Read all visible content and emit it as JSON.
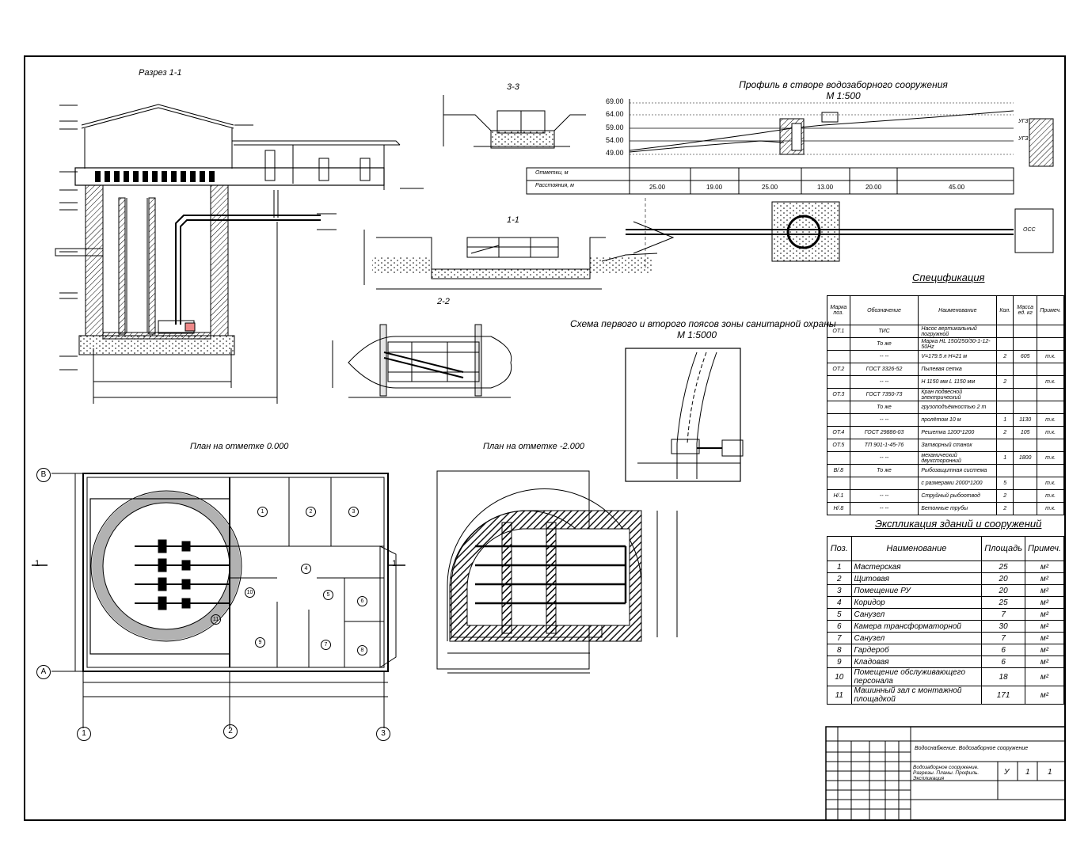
{
  "titles": {
    "section_1_1": "Разрез 1-1",
    "section_3_3": "3-3",
    "section_1_1b": "1-1",
    "section_2_2": "2-2",
    "profile": "Профиль в створе водозаборного сооружения",
    "profile_scale": "М 1:500",
    "sanitary": "Схема первого и второго поясов зоны санитарной охраны",
    "sanitary_scale": "М 1:5000",
    "plan_0": "План на отметке 0.000",
    "plan_2": "План на отметке -2.000",
    "spec": "Спецификация",
    "expl": "Экспликация зданий и сооружений"
  },
  "profile": {
    "y_labels": [
      "69.00",
      "64.00",
      "59.00",
      "54.00",
      "49.00"
    ],
    "row1_label": "Отметки, м",
    "row2_label": "Расстояния, м",
    "distances": [
      "25.00",
      "19.00",
      "25.00",
      "13.00",
      "20.00",
      "45.00"
    ],
    "level_marks": [
      "УГЗ",
      "УГЗ"
    ],
    "oss_label": "ОСС"
  },
  "plan0": {
    "axes_letters": [
      "В",
      "А"
    ],
    "axes_numbers": [
      "1",
      "2",
      "3"
    ],
    "section_marks": [
      "1",
      "1"
    ],
    "room_numbers": [
      "1",
      "2",
      "3",
      "4",
      "5",
      "6",
      "7",
      "8",
      "9",
      "10",
      "11"
    ]
  },
  "specification": {
    "headers": [
      "Марка поз.",
      "Обозначение",
      "Наименование",
      "Кол.",
      "Масса ед. кг",
      "Примеч."
    ],
    "rows": [
      [
        "ОТ.1",
        "ТИС",
        "Насос вертикальный погружной",
        "",
        "",
        ""
      ],
      [
        "",
        "То же",
        "Марка HL 150/250/30-1-12-50Hz",
        "",
        "",
        ""
      ],
      [
        "",
        "-- --",
        "V=179.5 л Н=21 м",
        "2",
        "605",
        "т.к."
      ],
      [
        "ОТ.2",
        "ГОСТ 3326-52",
        "Пылевая сетка",
        "",
        "",
        ""
      ],
      [
        "",
        "-- --",
        "Н 1150 мм L 1150 мм",
        "2",
        "",
        "т.к."
      ],
      [
        "ОТ.3",
        "ГОСТ 7350-73",
        "Кран подвесной электрический",
        "",
        "",
        ""
      ],
      [
        "",
        "То же",
        "грузоподъёмностью 2 т",
        "",
        "",
        ""
      ],
      [
        "",
        "-- --",
        "пролётом 10 м",
        "1",
        "1130",
        "т.к."
      ],
      [
        "ОТ.4",
        "ГОСТ 29886-03",
        "Решетка 1200*1200",
        "2",
        "105",
        "т.к."
      ],
      [
        "ОТ.5",
        "ТП 901-1-45-76",
        "Затворный станок",
        "",
        "",
        ""
      ],
      [
        "",
        "-- --",
        "механический двухсторонний",
        "1",
        "1800",
        "т.к."
      ],
      [
        "В/.8",
        "То же",
        "Рыбозащитная система",
        "",
        "",
        ""
      ],
      [
        "",
        "",
        "с размерами 2000*1200",
        "5",
        "",
        "т.к."
      ],
      [
        "Н/.1",
        "-- --",
        "Струйный рыбоотвод",
        "2",
        "",
        "т.к."
      ],
      [
        "Н/.8",
        "-- --",
        "Бетонные трубы",
        "2",
        "",
        "т.к."
      ]
    ]
  },
  "explication": {
    "headers": [
      "Поз.",
      "Наименование",
      "Площадь",
      "Примеч."
    ],
    "rows": [
      [
        "1",
        "Мастерская",
        "25",
        "м²"
      ],
      [
        "2",
        "Щитовая",
        "20",
        "м²"
      ],
      [
        "3",
        "Помещение РУ",
        "20",
        "м²"
      ],
      [
        "4",
        "Коридор",
        "25",
        "м²"
      ],
      [
        "5",
        "Санузел",
        "7",
        "м²"
      ],
      [
        "6",
        "Камера трансформаторной",
        "30",
        "м²"
      ],
      [
        "7",
        "Санузел",
        "7",
        "м²"
      ],
      [
        "8",
        "Гардероб",
        "6",
        "м²"
      ],
      [
        "9",
        "Кладовая",
        "6",
        "м²"
      ],
      [
        "10",
        "Помещение обслуживающего персонала",
        "18",
        "м²"
      ],
      [
        "11",
        "Машинный зал с монтажной площадкой",
        "171",
        "м²"
      ]
    ]
  },
  "stamp": {
    "project": "Водоснабжение. Водозаборное сооружение",
    "sheet_title": "Водозаборное сооружение. Разрезы. Планы. Профиль. Экспликация",
    "stage": "У",
    "sheet": "1",
    "sheets": "1"
  }
}
